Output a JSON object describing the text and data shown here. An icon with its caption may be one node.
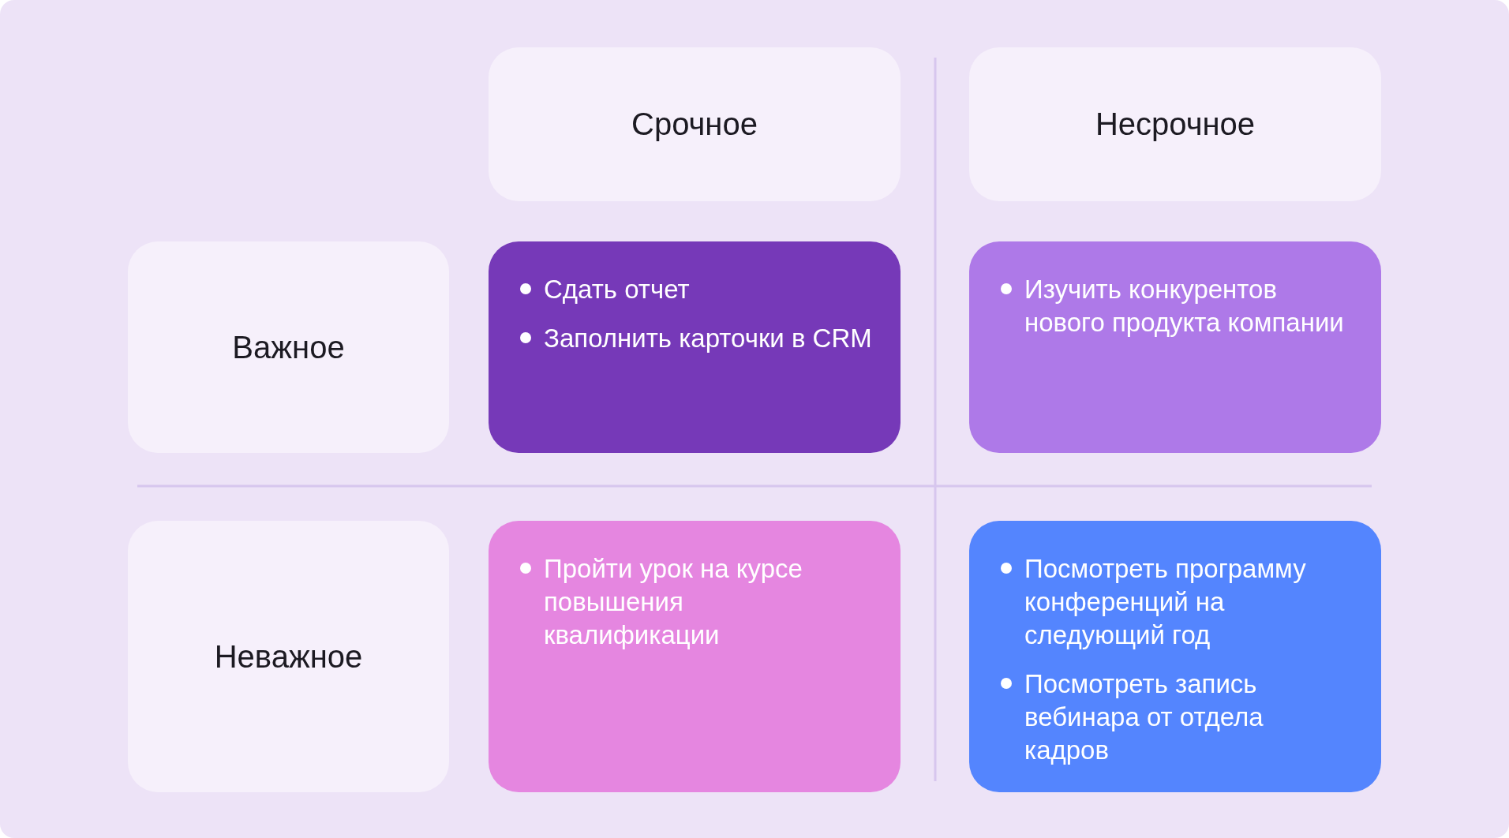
{
  "diagram": {
    "nodes": [
      {
        "text": [
          "Срочное"
        ]
      },
      {
        "text": [
          "Несрочное"
        ]
      },
      {
        "text": [
          "Важное"
        ]
      },
      {
        "text": [
          "Сдать отчет",
          "Заполнить карточки в CRM"
        ]
      },
      {
        "text": [
          "Изучить конкурентов нового продукта компании"
        ]
      },
      {
        "text": [
          "Неважное"
        ]
      },
      {
        "text": [
          "Пройти урок на курсе повышения квалификации"
        ]
      },
      {
        "text": [
          "Посмотреть программу конференций на следующий год",
          "Посмотреть запись вебинара от отдела кадров"
        ]
      }
    ]
  }
}
